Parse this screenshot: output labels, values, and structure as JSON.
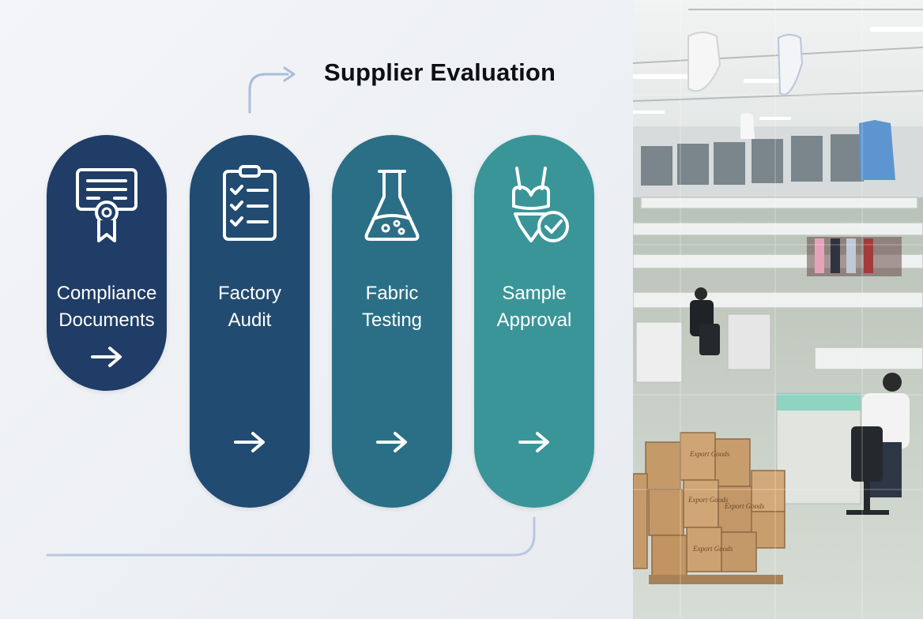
{
  "diagram": {
    "title": "Supplier Evaluation",
    "steps": [
      {
        "label": "Compliance\nDocuments",
        "icon": "certificate-icon",
        "color": "#1f3d66"
      },
      {
        "label": "Factory\nAudit",
        "icon": "clipboard-checklist-icon",
        "color": "#224b72"
      },
      {
        "label": "Fabric\nTesting",
        "icon": "lab-flask-icon",
        "color": "#2b6f86"
      },
      {
        "label": "Sample\nApproval",
        "icon": "swimsuit-approved-icon",
        "color": "#3a9598"
      }
    ],
    "arrow_icon": "arrow-right-icon",
    "connector_color": "#a9bdd9"
  },
  "photo": {
    "subject": "garment-factory-photo",
    "box_labels": [
      "Export Goods",
      "Export Goods",
      "Export Goods",
      "Export Goods"
    ]
  }
}
